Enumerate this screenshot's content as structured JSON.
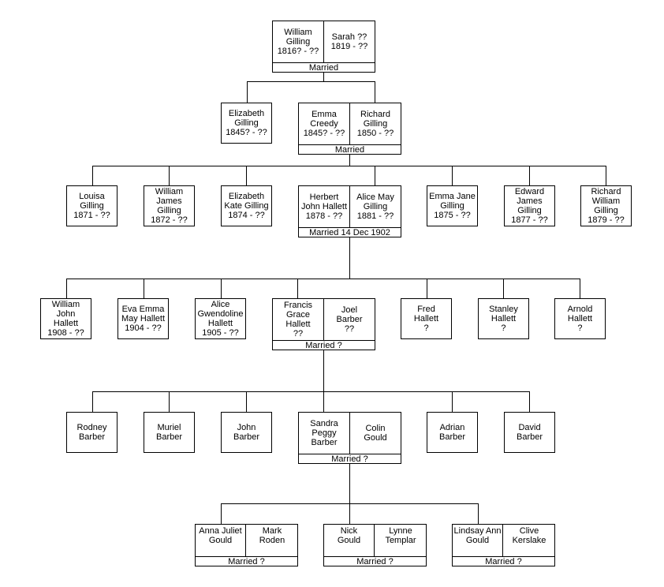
{
  "gen1": {
    "a": "William\nGilling\n1816? - ??",
    "b": "Sarah ??\n1819 - ??",
    "married": "Married"
  },
  "gen2": {
    "elizabeth": "Elizabeth\nGilling\n1845? - ??",
    "couple": {
      "a": "Emma\nCreedy\n1845? - ??",
      "b": "Richard\nGilling\n1850 - ??",
      "married": "Married"
    }
  },
  "gen3": {
    "louisa": "Louisa\nGilling\n1871 - ??",
    "william_james": "William\nJames\nGilling\n1872 - ??",
    "elizabeth_kate": "Elizabeth\nKate Gilling\n1874 - ??",
    "couple": {
      "a": "Herbert\nJohn Hallett\n1878 - ??",
      "b": "Alice May\nGilling\n1881 - ??",
      "married": "Married 14 Dec 1902"
    },
    "emma_jane": "Emma Jane\nGilling\n1875 - ??",
    "edward": "Edward\nJames\nGilling\n1877 - ??",
    "richard_william": "Richard\nWilliam\nGilling\n1879 - ??"
  },
  "gen4": {
    "william_john": "William\nJohn\nHallett\n1908 - ??",
    "eva": "Eva Emma\nMay Hallett\n1904 - ??",
    "alice": "Alice\nGwendoline\nHallett\n1905 - ??",
    "couple": {
      "a": "Francis\nGrace\nHallett\n??",
      "b": "Joel\nBarber\n??",
      "married": "Married ?"
    },
    "fred": "Fred\nHallett\n?",
    "stanley": "Stanley\nHallett\n?",
    "arnold": "Arnold\nHallett\n?"
  },
  "gen5": {
    "rodney": "Rodney\nBarber",
    "muriel": "Muriel\nBarber",
    "john": "John\nBarber",
    "couple": {
      "a": "Sandra\nPeggy\nBarber",
      "b": "Colin\nGould",
      "married": "Married ?"
    },
    "adrian": "Adrian\nBarber",
    "david": "David\nBarber"
  },
  "gen6": [
    {
      "a": "Anna Juliet\nGould",
      "b": "Mark\nRoden",
      "married": "Married ?"
    },
    {
      "a": "Nick\nGould",
      "b": "Lynne\nTemplar",
      "married": "Married ?"
    },
    {
      "a": "Lindsay Ann\nGould",
      "b": "Clive\nKerslake",
      "married": "Married ?"
    }
  ]
}
